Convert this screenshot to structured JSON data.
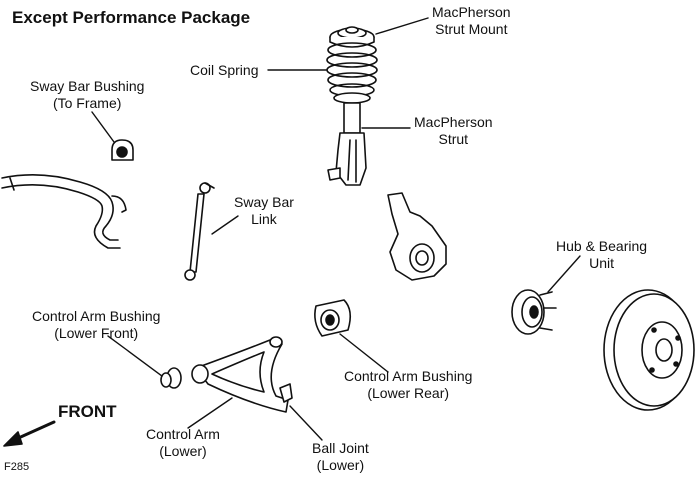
{
  "title": "Except Performance Package",
  "front_label": "FRONT",
  "figure_code": "F285",
  "labels": {
    "strut_mount": [
      "MacPherson",
      "Strut Mount"
    ],
    "coil_spring": [
      "Coil Spring"
    ],
    "strut": [
      "MacPherson",
      "Strut"
    ],
    "sway_bar_bushing": [
      "Sway Bar Bushing",
      "(To Frame)"
    ],
    "sway_bar_link": [
      "Sway Bar",
      "Link"
    ],
    "hub_bearing": [
      "Hub & Bearing",
      "Unit"
    ],
    "ca_bushing_front": [
      "Control Arm Bushing",
      "(Lower Front)"
    ],
    "ca_bushing_rear": [
      "Control Arm Bushing",
      "(Lower Rear)"
    ],
    "control_arm": [
      "Control Arm",
      "(Lower)"
    ],
    "ball_joint": [
      "Ball Joint",
      "(Lower)"
    ]
  },
  "colors": {
    "line": "#111111",
    "fill": "#ffffff",
    "shade": "#cfcfcf"
  }
}
